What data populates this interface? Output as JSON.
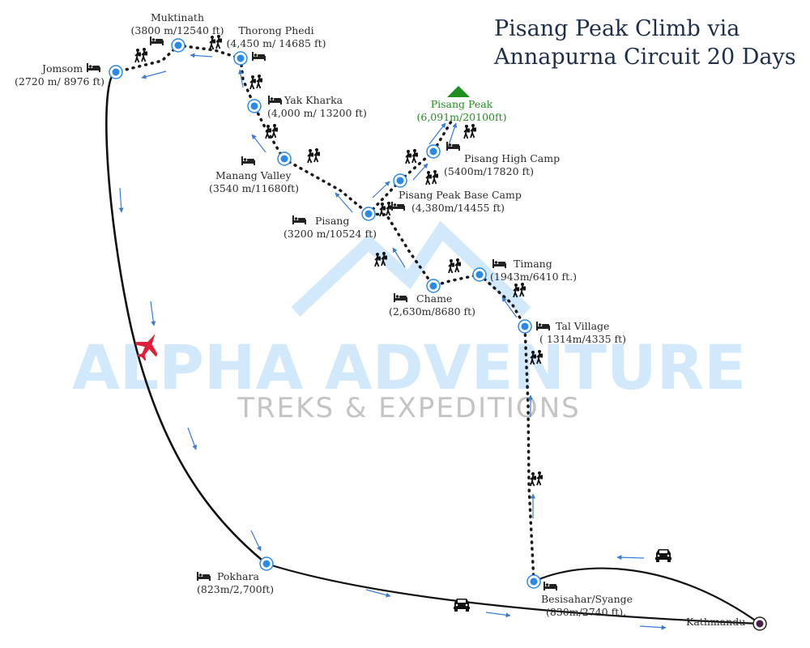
{
  "title": {
    "line1": "Pisang Peak Climb via",
    "line2": "Annapurna Circuit 20 Days"
  },
  "watermark": {
    "brand": "ALPHA ADVENTURE",
    "tagline": "TREKS & EXPEDITIONS"
  },
  "colors": {
    "title": "#1f2f4a",
    "label": "#2b2b2b",
    "peak": "#1f8f1f",
    "route_dots": "#1a1a1a",
    "route_line": "#111111",
    "arrow": "#3a7bd5",
    "node": "#2a8ae6",
    "watermark": "#d2e8fb",
    "watermark_tagline": "#c4c4c4",
    "plane": "#e0203a"
  },
  "places": {
    "muktinath": {
      "name": "Muktinath",
      "alt": "(3800 m/12540 ft)"
    },
    "thorong_phedi": {
      "name": "Thorong Phedi",
      "alt": "(4,450 m/ 14685 ft)"
    },
    "jomsom": {
      "name": "Jomsom",
      "alt": "(2720 m/ 8976 ft)"
    },
    "yak_kharka": {
      "name": "Yak Kharka",
      "alt": "(4,000 m/ 13200 ft)"
    },
    "pisang_peak": {
      "name": "Pisang Peak",
      "alt": "(6,091m/20100ft)"
    },
    "pisang_high_camp": {
      "name": "Pisang High Camp",
      "alt": "(5400m/17820 ft)"
    },
    "manang_valley": {
      "name": "Manang Valley",
      "alt": "(3540 m/11680ft)"
    },
    "pisang_peak_base_camp": {
      "name": "Pisang Peak Base Camp",
      "alt": "(4,380m/14455 ft)"
    },
    "pisang": {
      "name": "Pisang",
      "alt": "(3200 m/10524 ft)"
    },
    "timang": {
      "name": "Timang",
      "alt": "(1943m/6410 ft.)"
    },
    "chame": {
      "name": "Chame",
      "alt": "(2,630m/8680 ft)"
    },
    "tal_village": {
      "name": "Tal Village",
      "alt": "( 1314m/4335 ft)"
    },
    "pokhara": {
      "name": "Pokhara",
      "alt": "(823m/2,700ft)"
    },
    "besisahar": {
      "name": "Besisahar/Syange",
      "alt": "(830m/2740 ft)."
    },
    "kathmandu": {
      "name": "Kathmandu"
    }
  },
  "icons": {
    "lodge": "bed-icon",
    "hiker": "hikers-icon",
    "car": "car-icon",
    "plane": "plane-icon",
    "peak": "peak-triangle-icon"
  }
}
